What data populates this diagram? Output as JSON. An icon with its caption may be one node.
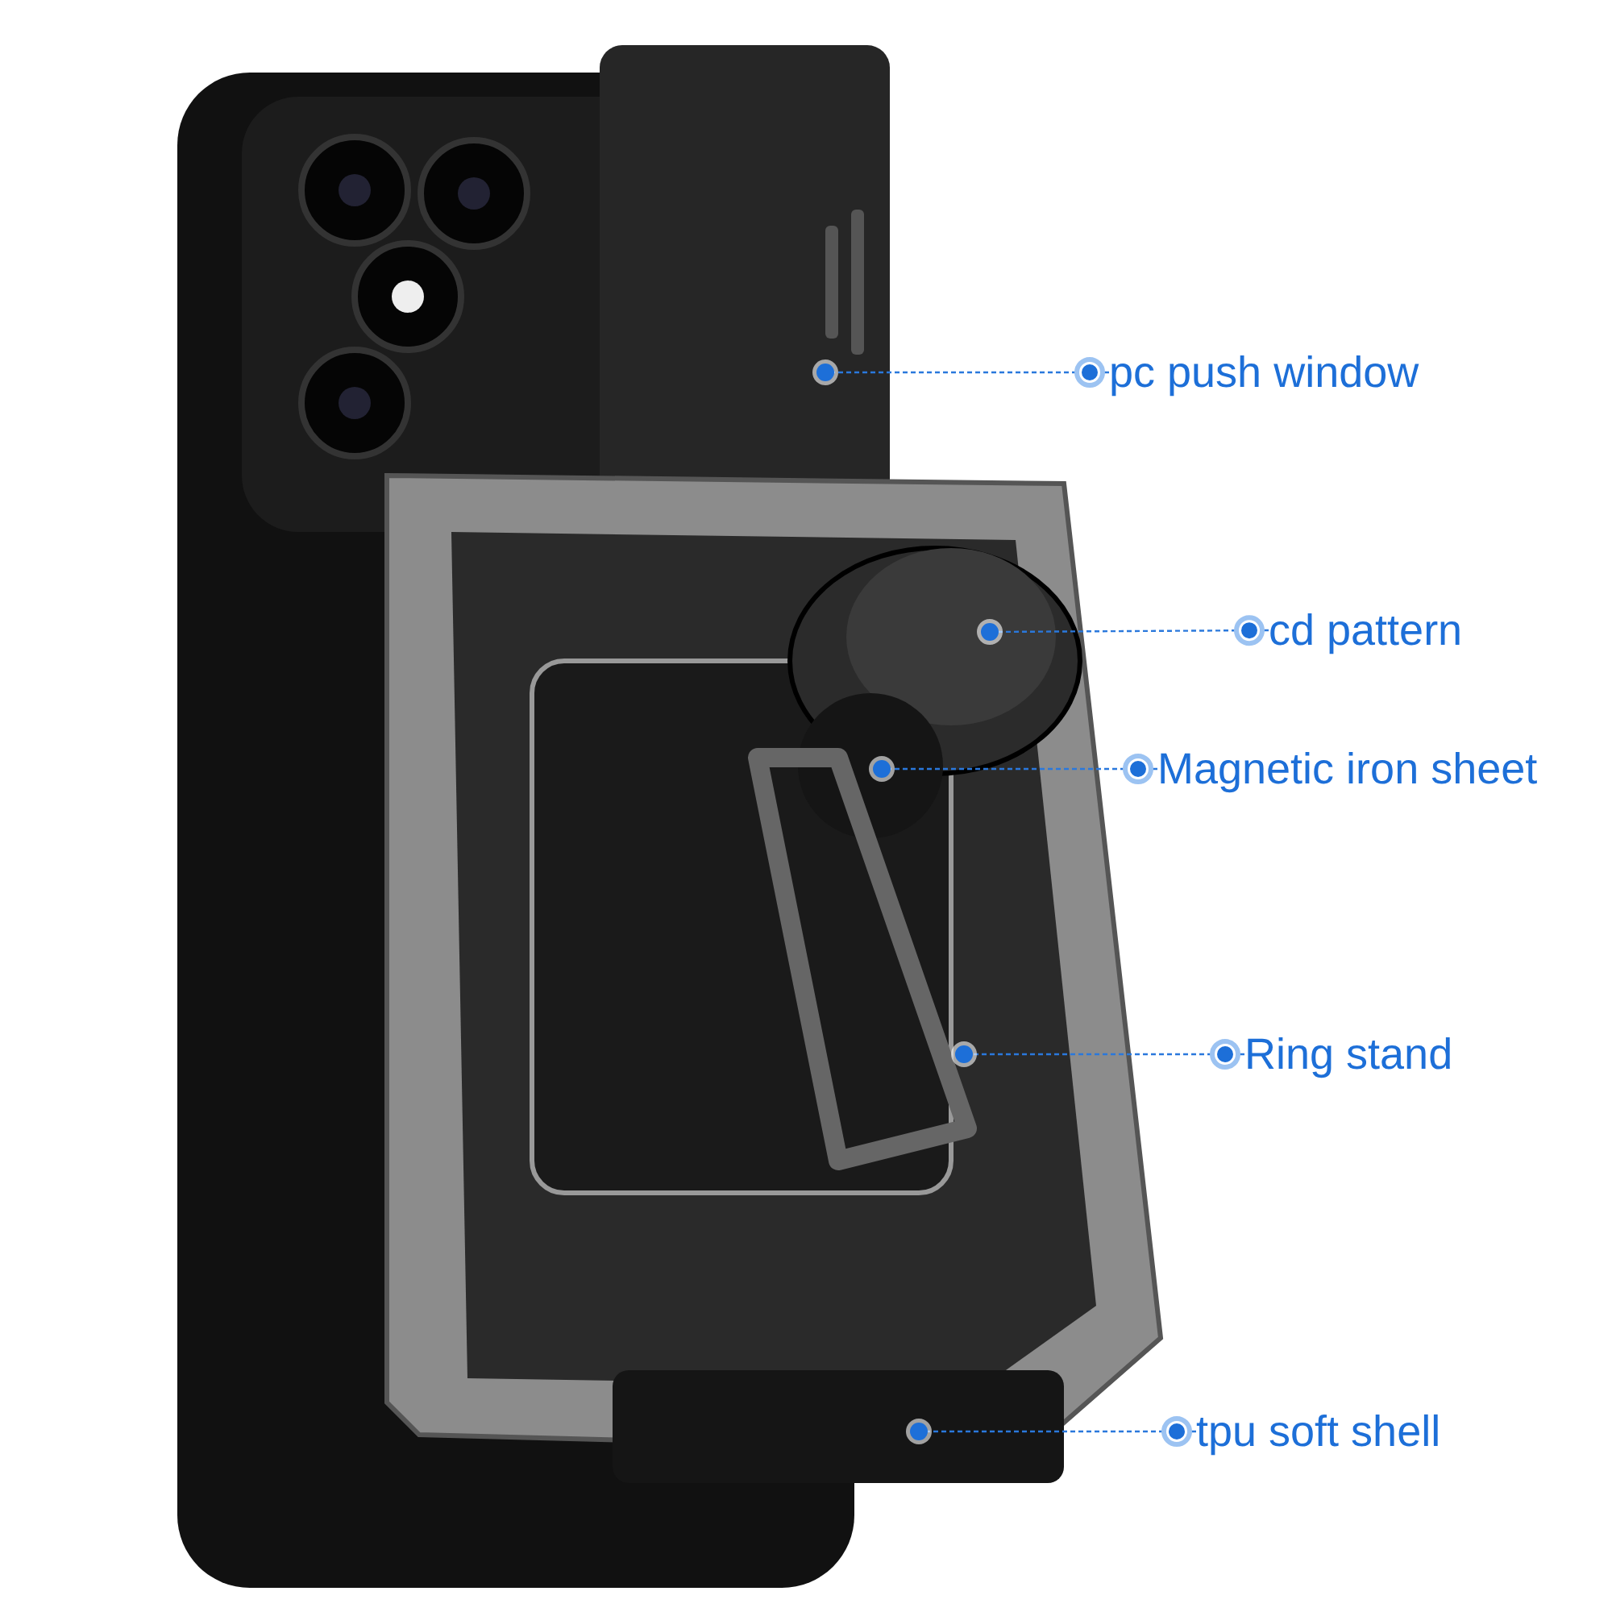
{
  "diagram": {
    "nodes": [
      {
        "text": [
          "pc push window"
        ]
      },
      {
        "text": [
          "cd pattern"
        ]
      },
      {
        "text": [
          "Magnetic iron sheet"
        ]
      },
      {
        "text": [
          "Ring stand"
        ]
      },
      {
        "text": [
          "tpu soft shell"
        ]
      }
    ],
    "edges": [
      {
        "from": 0,
        "to": null,
        "arrow": "other",
        "style": "dashed"
      },
      {
        "from": 1,
        "to": null,
        "arrow": "other",
        "style": "dashed"
      },
      {
        "from": 2,
        "to": null,
        "arrow": "other",
        "style": "dashed"
      },
      {
        "from": 3,
        "to": null,
        "arrow": "other",
        "style": "dashed"
      },
      {
        "from": 4,
        "to": null,
        "arrow": "other",
        "style": "dashed"
      }
    ]
  }
}
